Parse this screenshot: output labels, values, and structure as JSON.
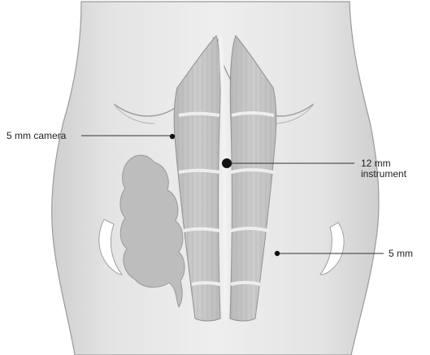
{
  "labels": {
    "camera": "5 mm camera",
    "instrument_line1": "12 mm",
    "instrument_line2": "instrument",
    "small_port": "5 mm"
  }
}
